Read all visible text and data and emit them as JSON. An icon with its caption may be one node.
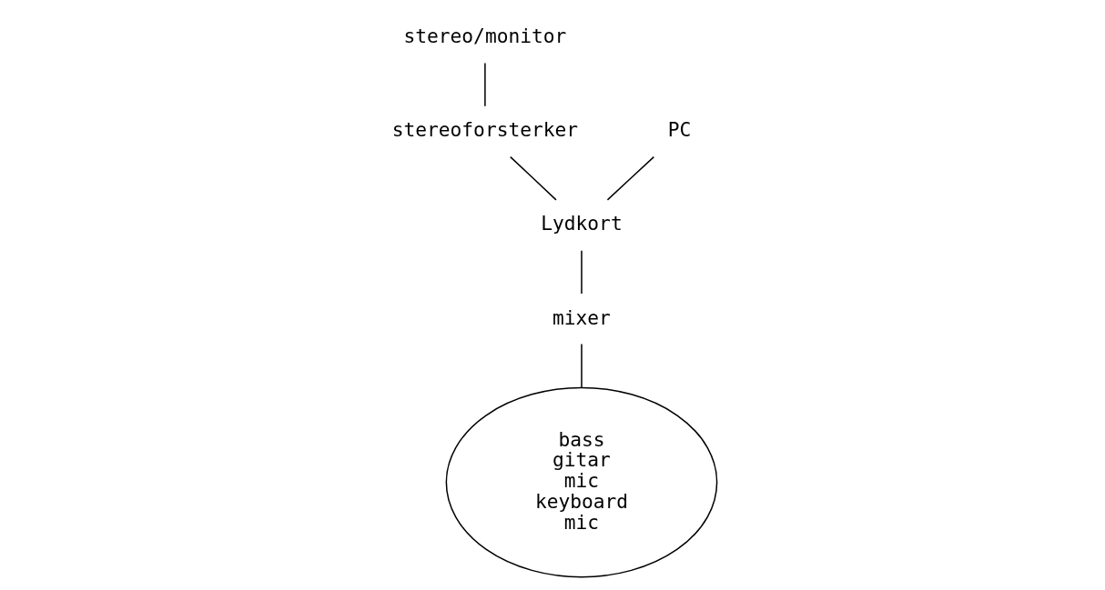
{
  "diagram": {
    "nodes": [
      {
        "text": [
          "stereo/monitor"
        ]
      },
      {
        "text": [
          "PC"
        ]
      },
      {
        "text": [
          "stereoforsterker"
        ]
      },
      {
        "text": [
          "Lydkort"
        ]
      },
      {
        "text": [
          "mixer"
        ]
      },
      {
        "text": [
          "bass",
          "gitar",
          "mic",
          "keyboard",
          "mic"
        ]
      }
    ],
    "edges": [
      {
        "from": 0,
        "to": 2,
        "arrow": "none"
      },
      {
        "from": 1,
        "to": 3,
        "arrow": "none"
      },
      {
        "from": 2,
        "to": 3,
        "arrow": "none"
      },
      {
        "from": 3,
        "to": 4,
        "arrow": "none"
      },
      {
        "from": 4,
        "to": 5,
        "arrow": "none"
      }
    ]
  }
}
